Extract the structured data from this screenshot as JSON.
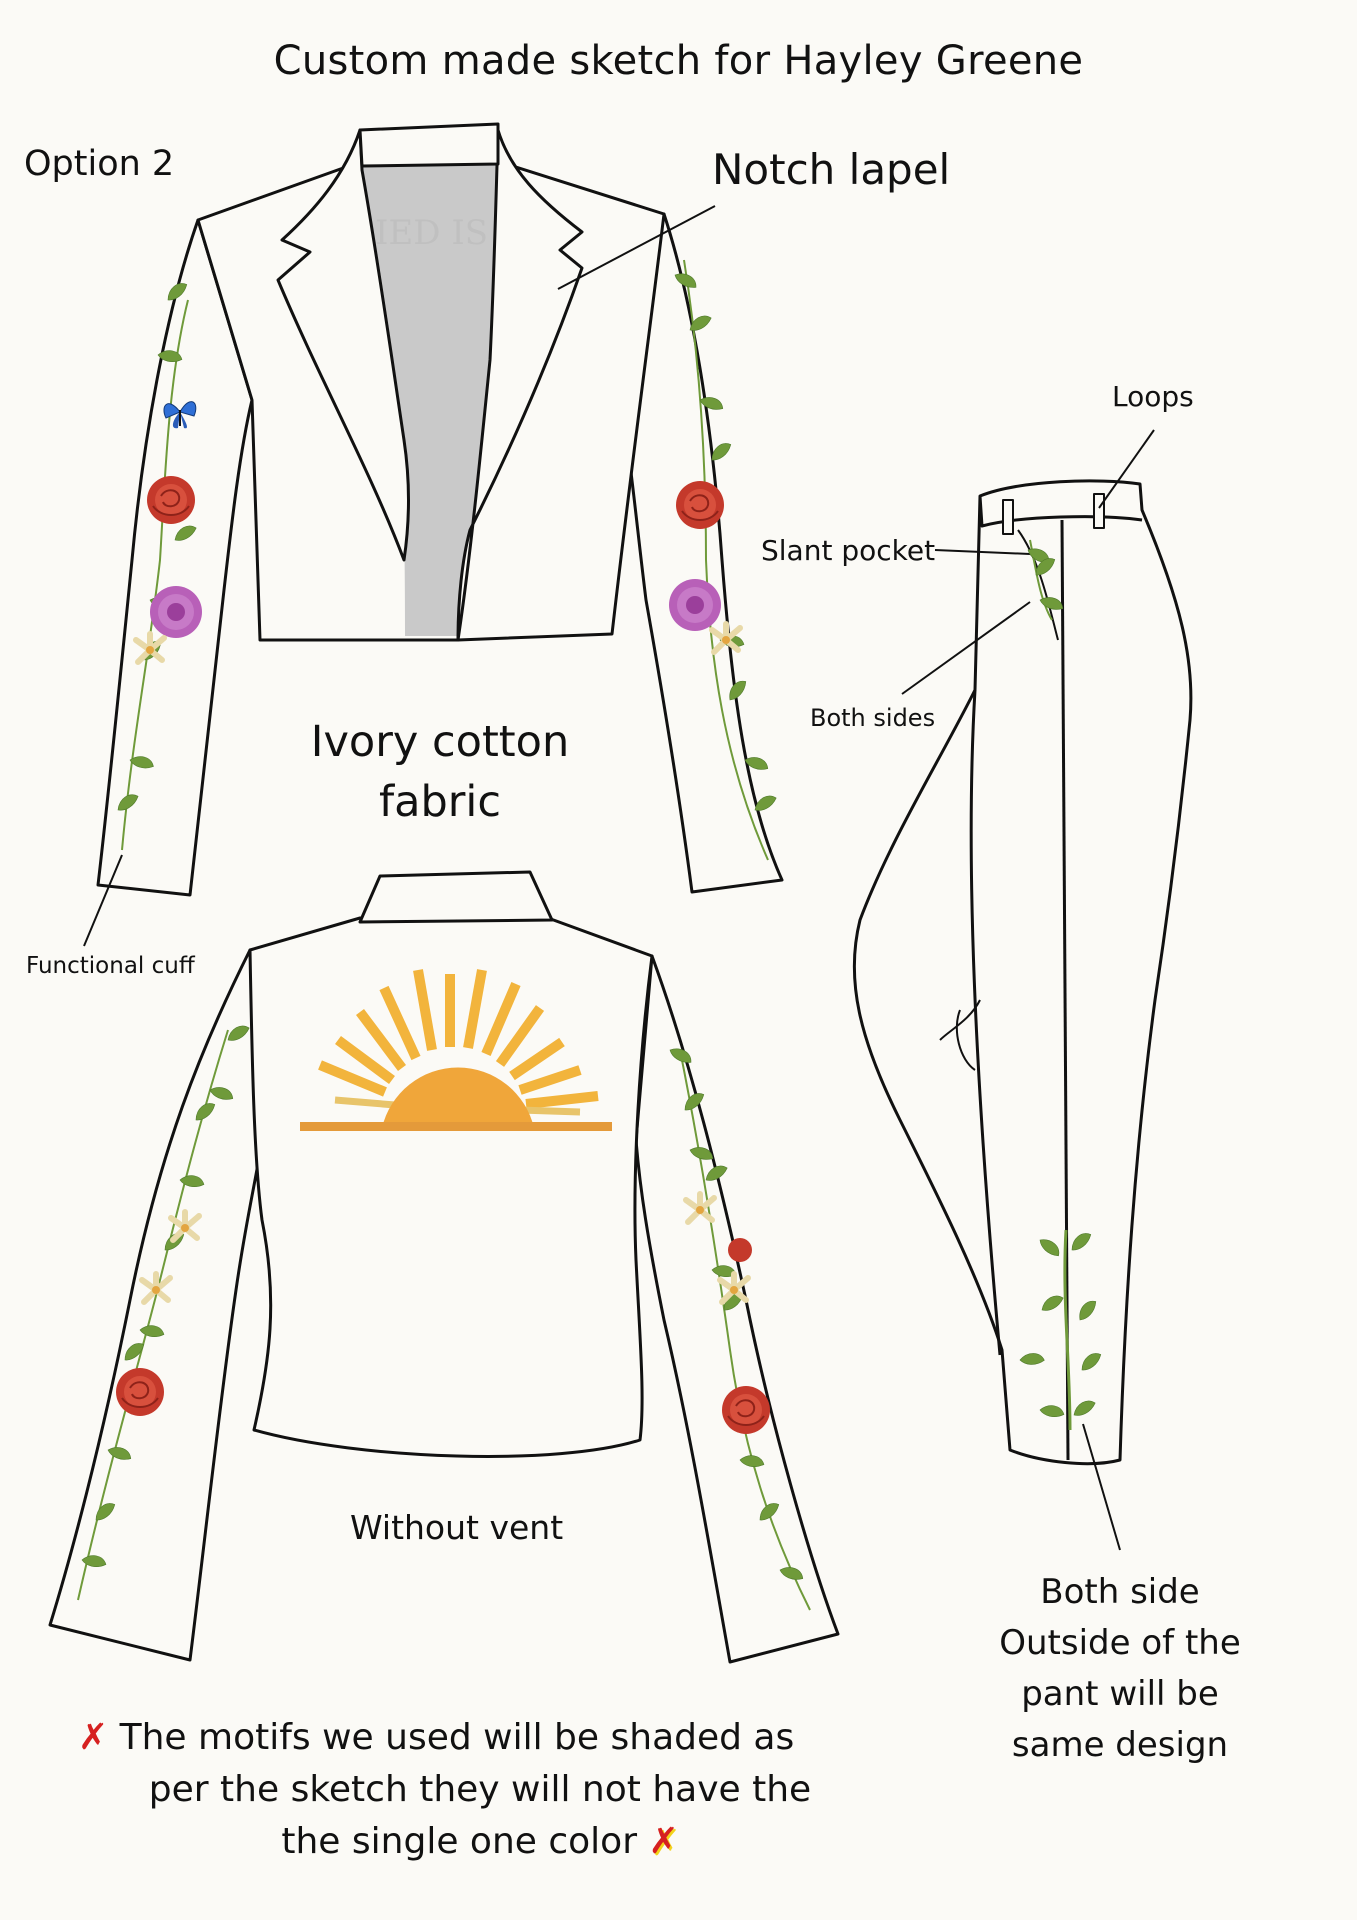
{
  "title": "Custom  made sketch for Hayley Greene",
  "labels": {
    "option": "Option 2",
    "notch_lapel": "Notch lapel",
    "loops": "Loops",
    "slant_pocket": "Slant pocket",
    "both_sides": "Both sides",
    "fabric": "Ivory cotton fabric",
    "functional_cuff": "Functional cuff",
    "without_vent": "Without vent",
    "both_side_note": "Both side Outside of the pant will be same design"
  },
  "motif_note": {
    "line1": "The motifs we used will be shaded as",
    "line2": "per the sketch they will not have the",
    "line3": "the single one color"
  },
  "colors": {
    "background": "#fbfaf6",
    "lining_gray": "#c9c9c9",
    "leaf_green": "#6f9a3a",
    "rose_red": "#c4392b",
    "dahlia_pink": "#b860b8",
    "sun_orange": "#f0a63a",
    "butterfly_blue": "#2f6fd6",
    "star_red": "#d62020"
  }
}
